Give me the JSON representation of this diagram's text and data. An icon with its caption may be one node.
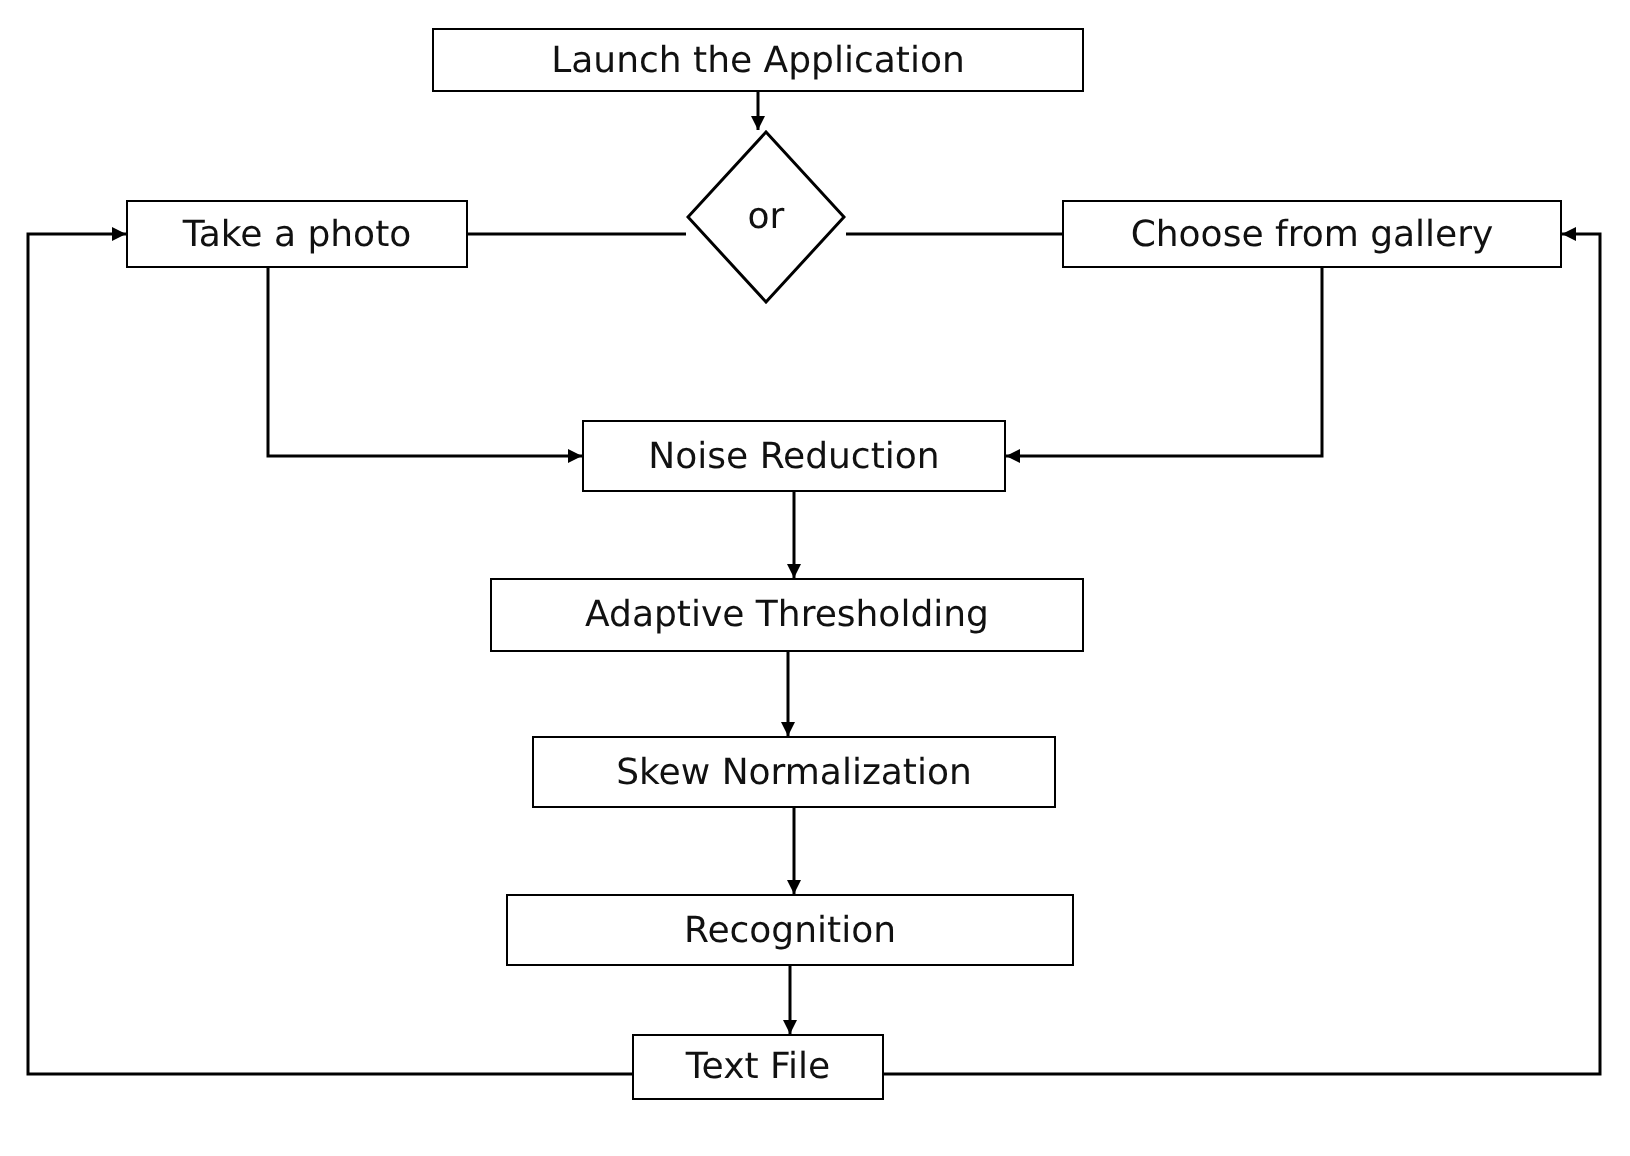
{
  "diagram": {
    "nodes": [
      {
        "text": [
          "Launch the Application"
        ]
      },
      {
        "text": [
          "or"
        ]
      },
      {
        "text": [
          "Take a photo"
        ]
      },
      {
        "text": [
          "Choose from gallery"
        ]
      },
      {
        "text": [
          "Noise Reduction"
        ]
      },
      {
        "text": [
          "Adaptive Thresholding"
        ]
      },
      {
        "text": [
          "Skew Normalization"
        ]
      },
      {
        "text": [
          "Recognition"
        ]
      },
      {
        "text": [
          "Text File"
        ]
      }
    ],
    "edges": [
      {
        "from": 0,
        "to": 1,
        "arrow": "to"
      },
      {
        "from": 1,
        "to": 2,
        "arrow": "none"
      },
      {
        "from": 1,
        "to": 3,
        "arrow": "none"
      },
      {
        "from": 2,
        "to": 4,
        "arrow": "to"
      },
      {
        "from": 3,
        "to": 4,
        "arrow": "to"
      },
      {
        "from": 4,
        "to": 5,
        "arrow": "to"
      },
      {
        "from": 5,
        "to": 6,
        "arrow": "to"
      },
      {
        "from": 6,
        "to": 7,
        "arrow": "to"
      },
      {
        "from": 7,
        "to": 8,
        "arrow": "to"
      },
      {
        "from": 8,
        "to": 2,
        "arrow": "to"
      },
      {
        "from": 8,
        "to": 3,
        "arrow": "to"
      }
    ]
  }
}
